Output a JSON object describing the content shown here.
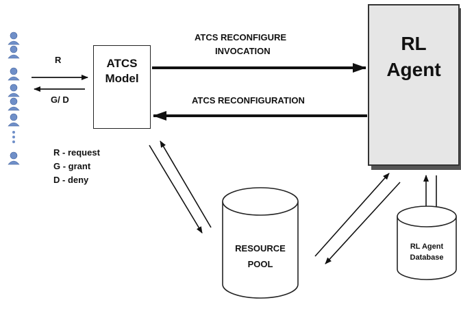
{
  "atcs_model": {
    "line1": "ATCS",
    "line2": "Model"
  },
  "rl_agent": {
    "line1": "RL",
    "line2": "Agent"
  },
  "arrows": {
    "invocation_line1": "ATCS RECONFIGURE",
    "invocation_line2": "INVOCATION",
    "reconfiguration": "ATCS RECONFIGURATION",
    "request": "R",
    "grant_deny": "G/ D"
  },
  "legend": {
    "r": "R - request",
    "g": "G - grant",
    "d": "D - deny"
  },
  "resource_pool": {
    "line1": "RESOURCE",
    "line2": "POOL"
  },
  "rl_database": {
    "line1": "RL Agent",
    "line2": "Database"
  },
  "colors": {
    "user_icon": "#6f8fc8",
    "rl_fill": "#e6e6e6",
    "stroke": "#111111"
  }
}
